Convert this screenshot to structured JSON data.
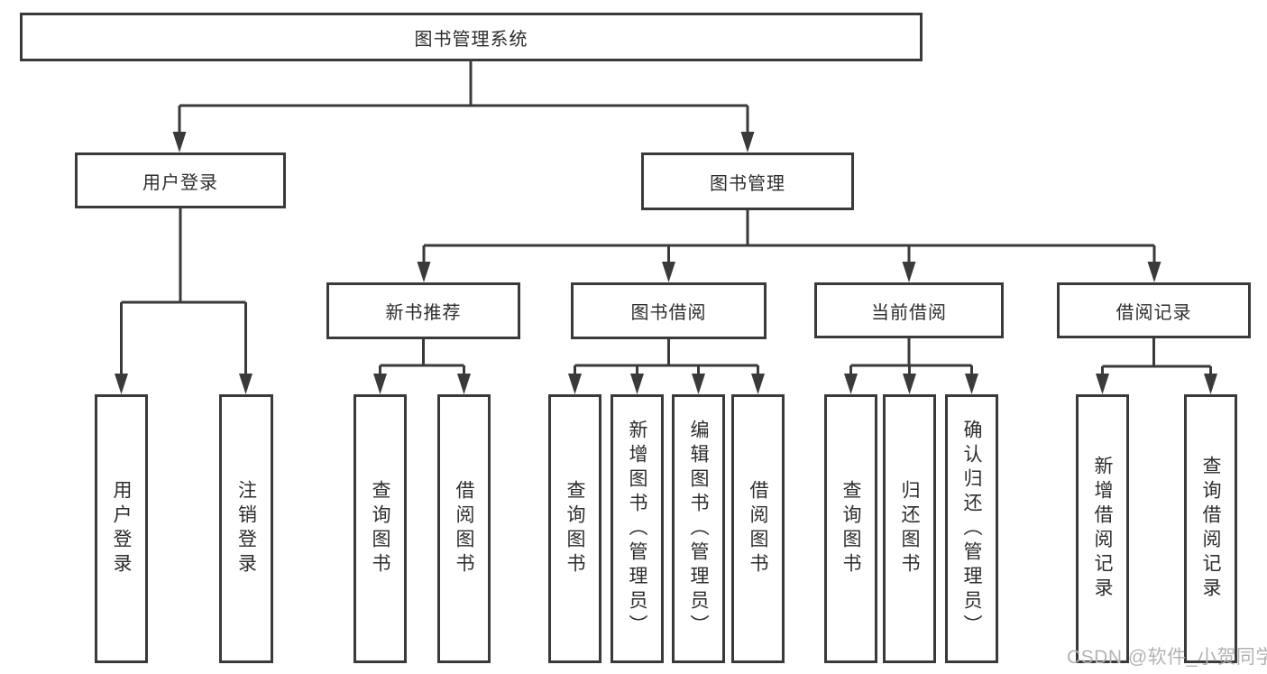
{
  "diagram": {
    "root": {
      "label": "图书管理系统"
    },
    "level2": [
      {
        "label": "用户登录"
      },
      {
        "label": "图书管理"
      }
    ],
    "level3": [
      {
        "label": "新书推荐"
      },
      {
        "label": "图书借阅"
      },
      {
        "label": "当前借阅"
      },
      {
        "label": "借阅记录"
      }
    ],
    "leaves": {
      "login": [
        {
          "label": "用户登录"
        },
        {
          "label": "注销登录"
        }
      ],
      "recommend": [
        {
          "label": "查询图书"
        },
        {
          "label": "借阅图书"
        }
      ],
      "borrow": [
        {
          "label": "查询图书"
        },
        {
          "label": "新增图书（管理员）"
        },
        {
          "label": "编辑图书（管理员）"
        },
        {
          "label": "借阅图书"
        }
      ],
      "current": [
        {
          "label": "查询图书"
        },
        {
          "label": "归还图书"
        },
        {
          "label": "确认归还（管理员）"
        }
      ],
      "records": [
        {
          "label": "新增借阅记录"
        },
        {
          "label": "查询借阅记录"
        }
      ]
    },
    "colors": {
      "line": "#3a3a3a",
      "text": "#2d2d2d",
      "watermark": "#b3b3b3"
    }
  },
  "watermark": {
    "text": "CSDN @软件_小贺同学"
  }
}
